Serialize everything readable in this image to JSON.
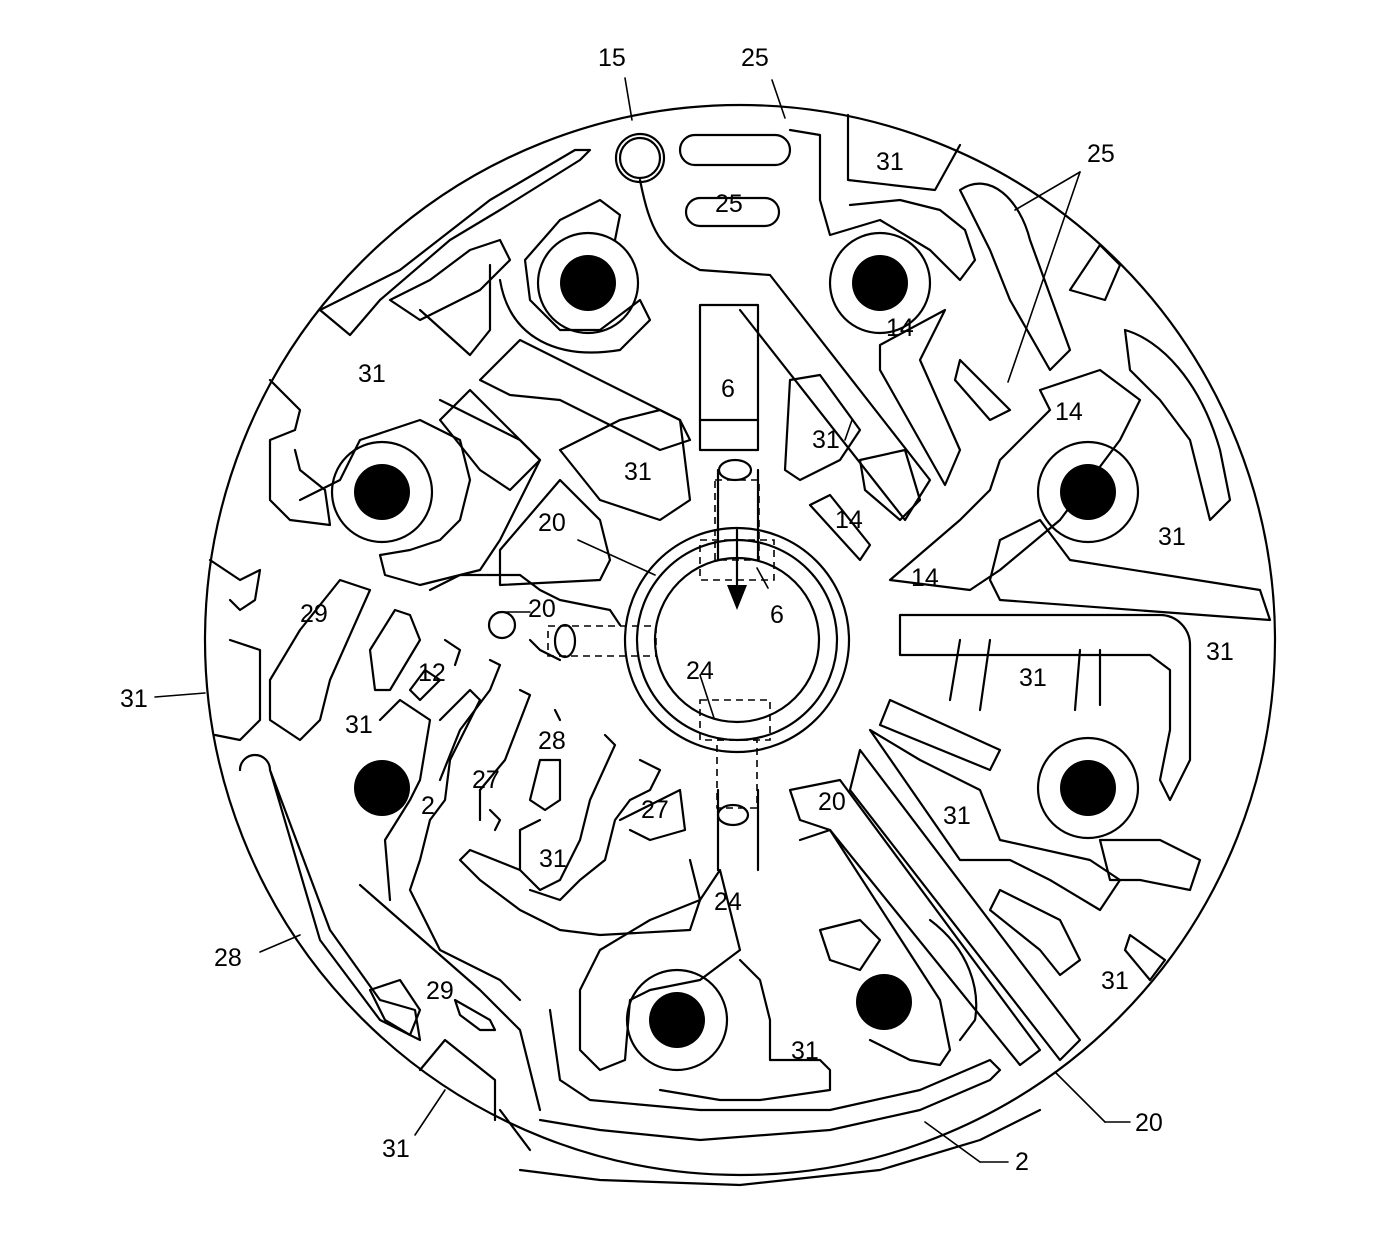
{
  "diagram": {
    "labels": [
      "15",
      "25",
      "31",
      "25",
      "25",
      "14",
      "6",
      "14",
      "31",
      "31",
      "31",
      "14",
      "31",
      "31",
      "20",
      "14",
      "20",
      "6",
      "31",
      "29",
      "31",
      "12",
      "31",
      "24",
      "28",
      "27",
      "2",
      "27",
      "20",
      "31",
      "31",
      "31",
      "24",
      "28",
      "29",
      "31",
      "31",
      "20",
      "2"
    ]
  }
}
